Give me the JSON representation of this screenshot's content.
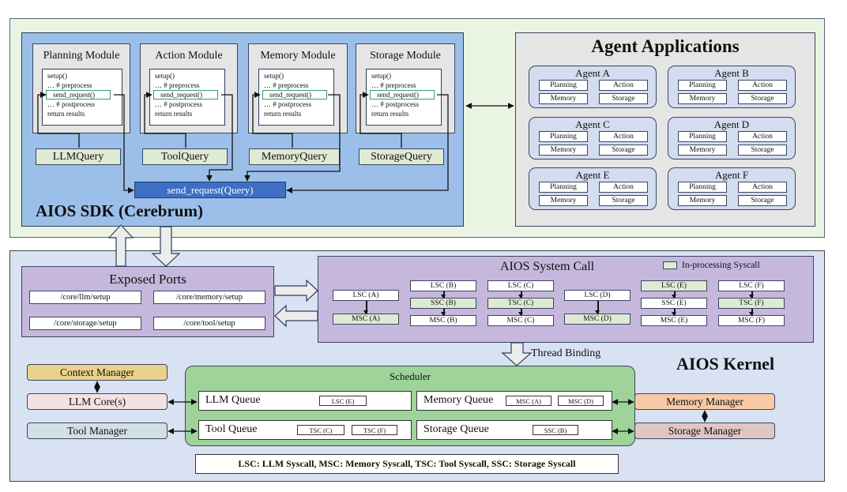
{
  "sdk": {
    "title": "AIOS SDK (Cerebrum)",
    "modules": [
      {
        "title": "Planning Module",
        "query": "LLMQuery"
      },
      {
        "title": "Action Module",
        "query": "ToolQuery"
      },
      {
        "title": "Memory Module",
        "query": "MemoryQuery"
      },
      {
        "title": "Storage Module",
        "query": "StorageQuery"
      }
    ],
    "code_lines": [
      "setup()",
      "… # preprocess",
      "send_request()",
      "… # postprocess",
      "return results"
    ],
    "send_request_box": "send_request(Query)"
  },
  "apps": {
    "title": "Agent Applications",
    "agents": [
      {
        "name": "Agent A",
        "modules": [
          "Planning",
          "Action",
          "Memory",
          "Storage"
        ]
      },
      {
        "name": "Agent B",
        "modules": [
          "Planning",
          "Action",
          "Memory",
          "Storage"
        ]
      },
      {
        "name": "Agent C",
        "modules": [
          "Planning",
          "Action",
          "Memory",
          "Storage"
        ]
      },
      {
        "name": "Agent D",
        "modules": [
          "Planning",
          "Action",
          "Memory",
          "Storage"
        ]
      },
      {
        "name": "Agent E",
        "modules": [
          "Planning",
          "Action",
          "Memory",
          "Storage"
        ]
      },
      {
        "name": "Agent F",
        "modules": [
          "Planning",
          "Action",
          "Memory",
          "Storage"
        ]
      }
    ]
  },
  "kernel": {
    "title": "AIOS Kernel",
    "ports": {
      "title": "Exposed Ports",
      "items": [
        "/core/llm/setup",
        "/core/memory/setup",
        "/core/storage/setup",
        "/core/tool/setup"
      ]
    },
    "syscall": {
      "title": "AIOS System Call",
      "legend": "In-processing Syscall",
      "chains": [
        {
          "agent": "A",
          "calls": [
            {
              "label": "LSC (A)",
              "active": false
            },
            {
              "label": "MSC (A)",
              "active": true
            }
          ]
        },
        {
          "agent": "B",
          "calls": [
            {
              "label": "LSC (B)",
              "active": false
            },
            {
              "label": "SSC (B)",
              "active": true
            },
            {
              "label": "MSC (B)",
              "active": false
            }
          ]
        },
        {
          "agent": "C",
          "calls": [
            {
              "label": "LSC (C)",
              "active": false
            },
            {
              "label": "TSC (C)",
              "active": true
            },
            {
              "label": "MSC (C)",
              "active": false
            }
          ]
        },
        {
          "agent": "D",
          "calls": [
            {
              "label": "LSC (D)",
              "active": false
            },
            {
              "label": "MSC (D)",
              "active": true
            }
          ]
        },
        {
          "agent": "E",
          "calls": [
            {
              "label": "LSC (E)",
              "active": true
            },
            {
              "label": "SSC (E)",
              "active": false
            },
            {
              "label": "MSC (E)",
              "active": false
            }
          ]
        },
        {
          "agent": "F",
          "calls": [
            {
              "label": "LSC (F)",
              "active": false
            },
            {
              "label": "TSC (F)",
              "active": true
            },
            {
              "label": "MSC (F)",
              "active": false
            }
          ]
        }
      ]
    },
    "thread_binding": "Thread Binding",
    "managers": {
      "context": "Context Manager",
      "llm_core": "LLM Core(s)",
      "tool": "Tool Manager",
      "memory": "Memory Manager",
      "storage": "Storage Manager"
    },
    "scheduler": {
      "title": "Scheduler",
      "queues": [
        {
          "label": "LLM Queue",
          "items": [
            "LSC (E)"
          ]
        },
        {
          "label": "Memory Queue",
          "items": [
            "MSC (A)",
            "MSC (D)"
          ]
        },
        {
          "label": "Tool Queue",
          "items": [
            "TSC (C)",
            "TSC (F)"
          ]
        },
        {
          "label": "Storage Queue",
          "items": [
            "SSC (B)"
          ]
        }
      ]
    },
    "abbreviations": "LSC: LLM Syscall,  MSC: Memory Syscall,  TSC: Tool Syscall,  SSC: Storage Syscall"
  },
  "colors": {
    "sdk_outer": "#e9f4e2",
    "sdk": "#9bbfe9",
    "send_request": "#3f6fc3",
    "query": "#dfead3",
    "module": "#e5e5e5",
    "agent": "#d4dcf0",
    "kernel": "#d8e2f2",
    "purple": "#c5b8dc",
    "scheduler": "#9ed39a",
    "context_manager": "#ead28a",
    "llm_core": "#f3e2e3",
    "tool_manager": "#d2e0e3",
    "memory_manager": "#f7c9a4",
    "storage_manager": "#e0c6c2"
  }
}
